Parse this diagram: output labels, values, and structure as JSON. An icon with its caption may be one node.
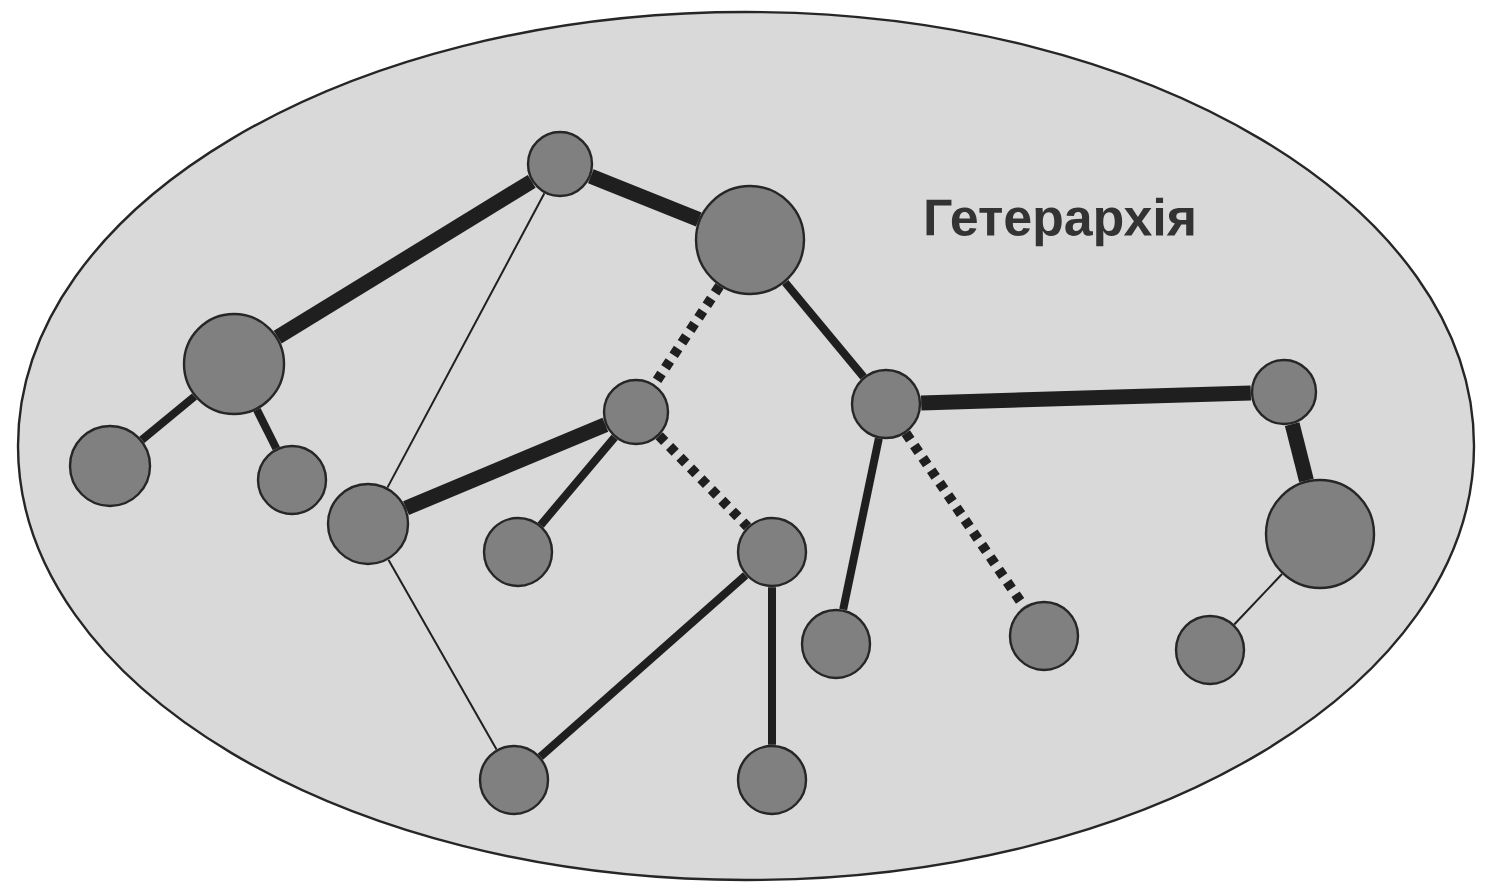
{
  "diagram": {
    "nodes": [
      {
        "text": [
          "Гетерархія"
        ]
      },
      {
        "text": [],
        "shape": "circle",
        "in": 0
      },
      {
        "text": [],
        "shape": "circle",
        "in": 0
      },
      {
        "text": [],
        "shape": "circle",
        "in": 0
      },
      {
        "text": [],
        "shape": "circle",
        "in": 0
      },
      {
        "text": [],
        "shape": "circle",
        "in": 0
      },
      {
        "text": [],
        "shape": "circle",
        "in": 0
      },
      {
        "text": [],
        "shape": "circle",
        "in": 0
      },
      {
        "text": [],
        "shape": "circle",
        "in": 0
      },
      {
        "text": [],
        "shape": "circle",
        "in": 0
      },
      {
        "text": [],
        "shape": "circle",
        "in": 0
      },
      {
        "text": [],
        "shape": "circle",
        "in": 0
      },
      {
        "text": [],
        "shape": "circle",
        "in": 0
      },
      {
        "text": [],
        "shape": "circle",
        "in": 0
      },
      {
        "text": [],
        "shape": "circle",
        "in": 0
      },
      {
        "text": [],
        "shape": "circle",
        "in": 0
      },
      {
        "text": [],
        "shape": "circle",
        "in": 0
      },
      {
        "text": [],
        "shape": "circle",
        "in": 0
      }
    ],
    "edges": [
      {
        "from": 3,
        "to": 1,
        "arrow": "none",
        "style": "thick"
      },
      {
        "from": 1,
        "to": 2,
        "arrow": "none",
        "style": "thick"
      },
      {
        "from": 1,
        "to": 9,
        "arrow": "none"
      },
      {
        "from": 2,
        "to": 6,
        "arrow": "none",
        "style": "dashed"
      },
      {
        "from": 2,
        "to": 5,
        "arrow": "none"
      },
      {
        "from": 3,
        "to": 7,
        "arrow": "none"
      },
      {
        "from": 3,
        "to": 8,
        "arrow": "none"
      },
      {
        "from": 6,
        "to": 9,
        "arrow": "none",
        "style": "thick"
      },
      {
        "from": 6,
        "to": 11,
        "arrow": "none"
      },
      {
        "from": 6,
        "to": 12,
        "arrow": "none",
        "style": "dashed"
      },
      {
        "from": 9,
        "to": 16,
        "arrow": "none"
      },
      {
        "from": 12,
        "to": 16,
        "arrow": "none"
      },
      {
        "from": 12,
        "to": 17,
        "arrow": "none"
      },
      {
        "from": 5,
        "to": 4,
        "arrow": "none",
        "style": "thick"
      },
      {
        "from": 4,
        "to": 10,
        "arrow": "none",
        "style": "thick"
      },
      {
        "from": 10,
        "to": 15,
        "arrow": "none"
      },
      {
        "from": 5,
        "to": 14,
        "arrow": "none"
      },
      {
        "from": 5,
        "to": 13,
        "arrow": "none",
        "style": "dashed"
      }
    ]
  }
}
